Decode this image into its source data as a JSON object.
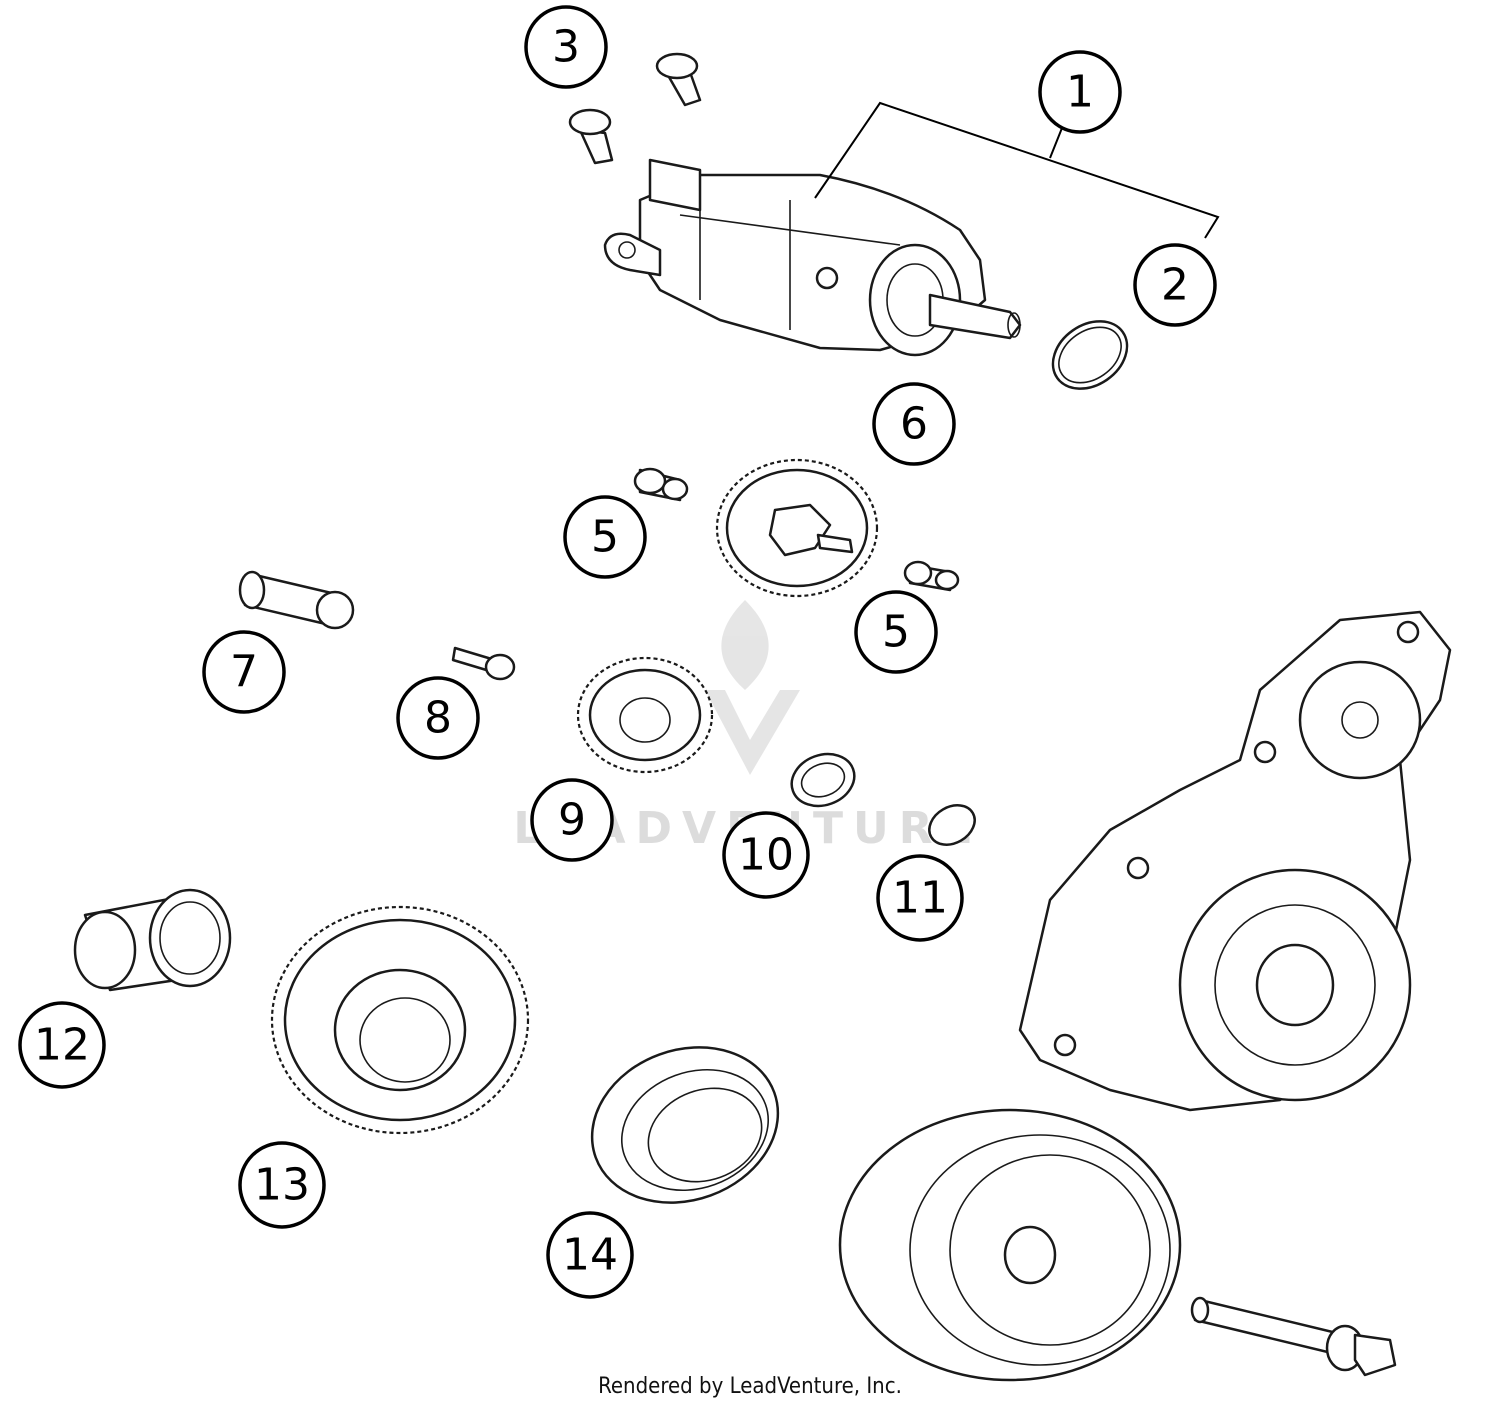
{
  "callouts": [
    {
      "id": "c1",
      "label": "1"
    },
    {
      "id": "c2",
      "label": "2"
    },
    {
      "id": "c3",
      "label": "3"
    },
    {
      "id": "c5a",
      "label": "5"
    },
    {
      "id": "c5b",
      "label": "5"
    },
    {
      "id": "c6",
      "label": "6"
    },
    {
      "id": "c7",
      "label": "7"
    },
    {
      "id": "c8",
      "label": "8"
    },
    {
      "id": "c9",
      "label": "9"
    },
    {
      "id": "c10",
      "label": "10"
    },
    {
      "id": "c11",
      "label": "11"
    },
    {
      "id": "c12",
      "label": "12"
    },
    {
      "id": "c13",
      "label": "13"
    },
    {
      "id": "c14",
      "label": "14"
    }
  ],
  "watermark": {
    "text": "LEADVENTURE",
    "color": "#d9d9d9"
  },
  "footer": {
    "text": "Rendered by LeadVenture, Inc."
  }
}
